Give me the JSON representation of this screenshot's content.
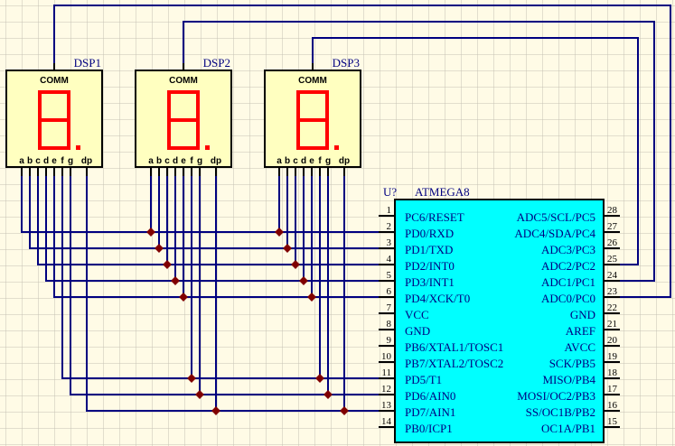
{
  "colors": {
    "background": "#fffbe6",
    "grid": "#c4c2b4",
    "wire": "#000080",
    "junction": "#800000",
    "display_fill": "#ffffc0",
    "segment": "#ff0000",
    "chip_fill": "#00ffff",
    "ref_text": "#000080",
    "pin_text": "#000080"
  },
  "displays": [
    {
      "ref": "DSP1",
      "comm": "COMM",
      "segments": [
        "a",
        "b",
        "c",
        "d",
        "e",
        "f",
        "g",
        "dp"
      ]
    },
    {
      "ref": "DSP2",
      "comm": "COMM",
      "segments": [
        "a",
        "b",
        "c",
        "d",
        "e",
        "f",
        "g",
        "dp"
      ]
    },
    {
      "ref": "DSP3",
      "comm": "COMM",
      "segments": [
        "a",
        "b",
        "c",
        "d",
        "e",
        "f",
        "g",
        "dp"
      ]
    }
  ],
  "chip": {
    "ref": "U?",
    "part": "ATMEGA8",
    "left_pins": [
      {
        "num": "1",
        "name": "PC6/RESET"
      },
      {
        "num": "2",
        "name": "PD0/RXD"
      },
      {
        "num": "3",
        "name": "PD1/TXD"
      },
      {
        "num": "4",
        "name": "PD2/INT0"
      },
      {
        "num": "5",
        "name": "PD3/INT1"
      },
      {
        "num": "6",
        "name": "PD4/XCK/T0"
      },
      {
        "num": "7",
        "name": "VCC"
      },
      {
        "num": "8",
        "name": "GND"
      },
      {
        "num": "9",
        "name": "PB6/XTAL1/TOSC1"
      },
      {
        "num": "10",
        "name": "PB7/XTAL2/TOSC2"
      },
      {
        "num": "11",
        "name": "PD5/T1"
      },
      {
        "num": "12",
        "name": "PD6/AIN0"
      },
      {
        "num": "13",
        "name": "PD7/AIN1"
      },
      {
        "num": "14",
        "name": "PB0/ICP1"
      }
    ],
    "right_pins": [
      {
        "num": "28",
        "name": "ADC5/SCL/PC5"
      },
      {
        "num": "27",
        "name": "ADC4/SDA/PC4"
      },
      {
        "num": "26",
        "name": "ADC3/PC3"
      },
      {
        "num": "25",
        "name": "ADC2/PC2"
      },
      {
        "num": "24",
        "name": "ADC1/PC1"
      },
      {
        "num": "23",
        "name": "ADC0/PC0"
      },
      {
        "num": "22",
        "name": "GND"
      },
      {
        "num": "21",
        "name": "AREF"
      },
      {
        "num": "20",
        "name": "AVCC"
      },
      {
        "num": "19",
        "name": "SCK/PB5"
      },
      {
        "num": "18",
        "name": "MISO/PB4"
      },
      {
        "num": "17",
        "name": "MOSI/OC2/PB3"
      },
      {
        "num": "16",
        "name": "SS/OC1B/PB2"
      },
      {
        "num": "15",
        "name": "OC1A/PB1"
      }
    ]
  },
  "connections": {
    "segment_to_left_pin_index": {
      "a": 1,
      "b": 2,
      "c": 3,
      "d": 4,
      "e": 5,
      "f": 10,
      "g": 11,
      "dp": 12
    },
    "common_to_right_pin_index": {
      "DSP1": 5,
      "DSP2": 4,
      "DSP3": 3
    }
  }
}
